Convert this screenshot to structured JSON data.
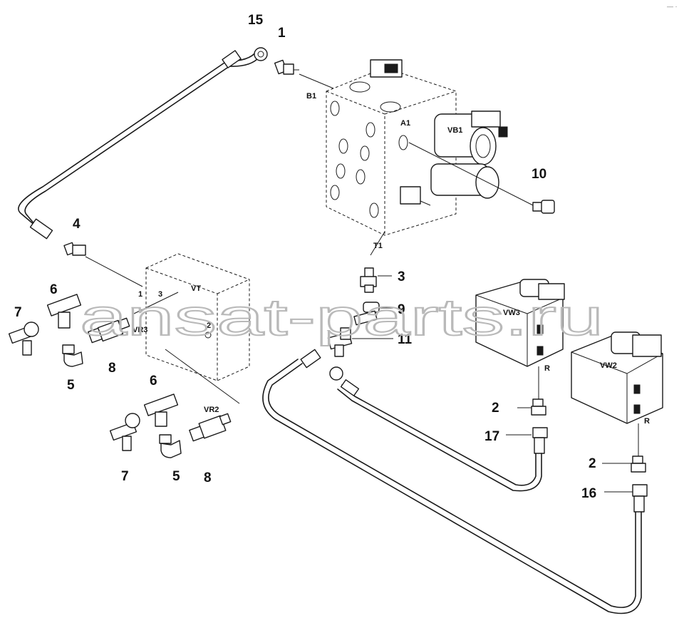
{
  "diagram": {
    "callouts": [
      "15",
      "1",
      "10",
      "4",
      "3",
      "9",
      "11",
      "6",
      "7",
      "5",
      "8",
      "6",
      "7",
      "5",
      "8",
      "2",
      "17",
      "2",
      "16"
    ],
    "ports": {
      "b1": "B1",
      "a1": "A1",
      "vb1": "VB1",
      "t1": "T1",
      "vt": "VT",
      "vt_port1": "1",
      "vt_port3": "3",
      "vt_port2": "2",
      "vr3": "VR3",
      "vr2": "VR2",
      "vw3": "VW3",
      "vw3_r": "R",
      "vw2": "VW2",
      "vw2_r": "R"
    },
    "watermark": "ansat-parts.ru",
    "corner_mark": "— ·"
  }
}
